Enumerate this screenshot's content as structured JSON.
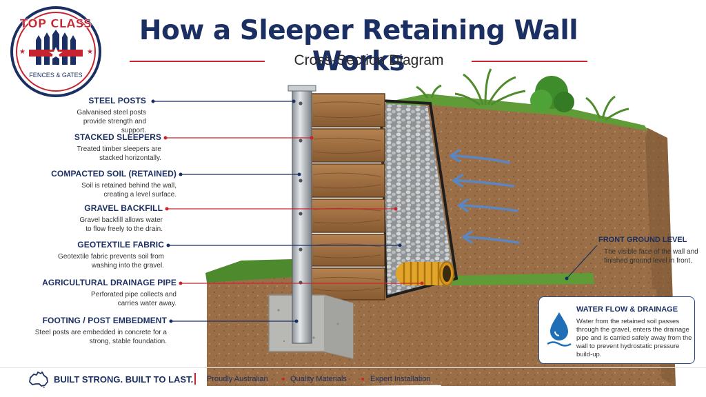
{
  "logo": {
    "line1": "TOP CLASS",
    "line2": "FENCES & GATES"
  },
  "title": "How a Sleeper Retaining Wall Works",
  "subtitle": "Cross-Section Diagram",
  "labels": [
    {
      "heading": "STEEL POSTS",
      "desc": "Galvanised steel posts provide strength and support.",
      "color": "#1b2f63"
    },
    {
      "heading": "STACKED SLEEPERS",
      "desc": "Treated timber sleepers are stacked horizontally.",
      "color": "#c6252f"
    },
    {
      "heading": "COMPACTED SOIL (RETAINED)",
      "desc": "Soil is retained behind the wall, creating a level surface.",
      "color": "#1b2f63"
    },
    {
      "heading": "GRAVEL BACKFILL",
      "desc": "Gravel backfill allows water to flow freely to the drain.",
      "color": "#c6252f"
    },
    {
      "heading": "GEOTEXTILE FABRIC",
      "desc": "Geotextile fabric prevents soil from washing into the gravel.",
      "color": "#1b2f63"
    },
    {
      "heading": "AGRICULTURAL DRAINAGE PIPE",
      "desc": "Perforated pipe collects and carries water away.",
      "color": "#c6252f"
    },
    {
      "heading": "FOOTING / POST EMBEDMENT",
      "desc": "Steel posts are embedded in concrete for a strong, stable foundation.",
      "color": "#1b2f63"
    }
  ],
  "front_ground": {
    "heading": "FRONT GROUND LEVEL",
    "desc": "The visible face of the wall and finished ground level in front."
  },
  "water_box": {
    "heading": "WATER FLOW & DRAINAGE",
    "desc": "Water from the retained soil passes through the gravel, enters the drainage pipe and is carried safely away from the wall to prevent hydrostatic pressure build-up."
  },
  "footer": {
    "tagline": "BUILT STRONG. BUILT TO LAST.",
    "items": [
      "Proudly Australian",
      "Quality Materials",
      "Expert Installation"
    ]
  },
  "colors": {
    "navy": "#1b2f63",
    "red": "#c6252f",
    "soil": "#9a6f47",
    "timber": "#9c6b3c",
    "grass": "#4d8a2e",
    "gravel": "#b9bcbf",
    "pipe": "#e2a52a",
    "concrete": "#b8b8b4"
  }
}
